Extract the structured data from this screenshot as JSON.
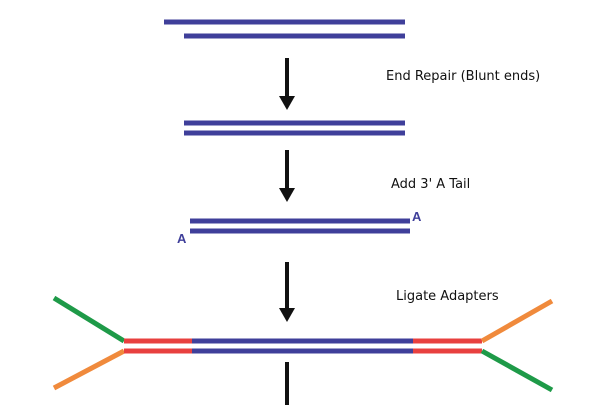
{
  "steps": [
    {
      "label": "End Repair (Blunt ends)"
    },
    {
      "label": "Add 3' A Tail"
    },
    {
      "label": "Ligate Adapters"
    }
  ],
  "a_tail": {
    "top_right": "A",
    "bottom_left": "A"
  },
  "colors": {
    "dna_strand": "#3f3f9a",
    "adapter_duplex": "#e8403f",
    "adapter_green": "#1e9a48",
    "adapter_orange": "#f08a3c",
    "arrow": "#111111"
  }
}
